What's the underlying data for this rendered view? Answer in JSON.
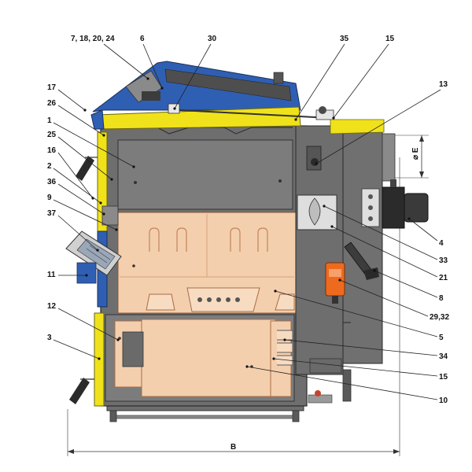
{
  "callouts": {
    "c_7_18_20_24": "7, 18, 20, 24",
    "c_6": "6",
    "c_30": "30",
    "c_35": "35",
    "c_15_top": "15",
    "c_13": "13",
    "c_17": "17",
    "c_26": "26",
    "c_1": "1",
    "c_25": "25",
    "c_16": "16",
    "c_2": "2",
    "c_36": "36",
    "c_9": "9",
    "c_37": "37",
    "c_11": "11",
    "c_12": "12",
    "c_3": "3",
    "c_4": "4",
    "c_33": "33",
    "c_21": "21",
    "c_8": "8",
    "c_29_32": "29,32",
    "c_5": "5",
    "c_34": "34",
    "c_15_bottom": "15",
    "c_10": "10"
  },
  "dimensions": {
    "width_label": "B",
    "diameter_label": "⌀ E"
  },
  "colors": {
    "frame_gray": "#6e6e6e",
    "frame_dark": "#4a4a4a",
    "chamber_gray": "#7c7c7c",
    "fireclay": "#f4cfae",
    "fireclay_line": "#d9a27a",
    "door_yellow": "#f0e21a",
    "cover_blue": "#2f5fb3",
    "actuator_orange": "#ee6a1e",
    "fan_dark": "#2b2b2b"
  }
}
